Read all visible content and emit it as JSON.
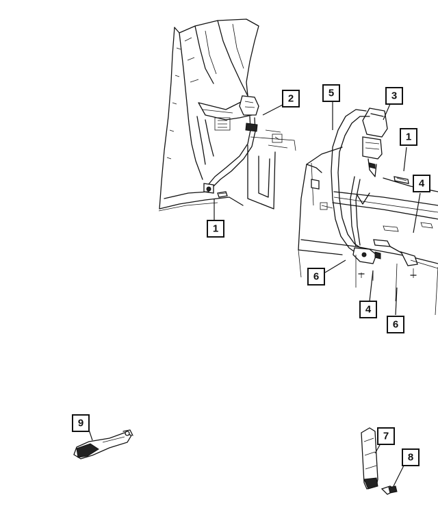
{
  "callouts": [
    {
      "id": "c1a",
      "number": "1"
    },
    {
      "id": "c2",
      "number": "2"
    },
    {
      "id": "c5",
      "number": "5"
    },
    {
      "id": "c3",
      "number": "3"
    },
    {
      "id": "c1b",
      "number": "1"
    },
    {
      "id": "c4a",
      "number": "4"
    },
    {
      "id": "c6a",
      "number": "6"
    },
    {
      "id": "c4b",
      "number": "4"
    },
    {
      "id": "c6b",
      "number": "6"
    },
    {
      "id": "c9",
      "number": "9"
    },
    {
      "id": "c7",
      "number": "7"
    },
    {
      "id": "c8",
      "number": "8"
    }
  ]
}
